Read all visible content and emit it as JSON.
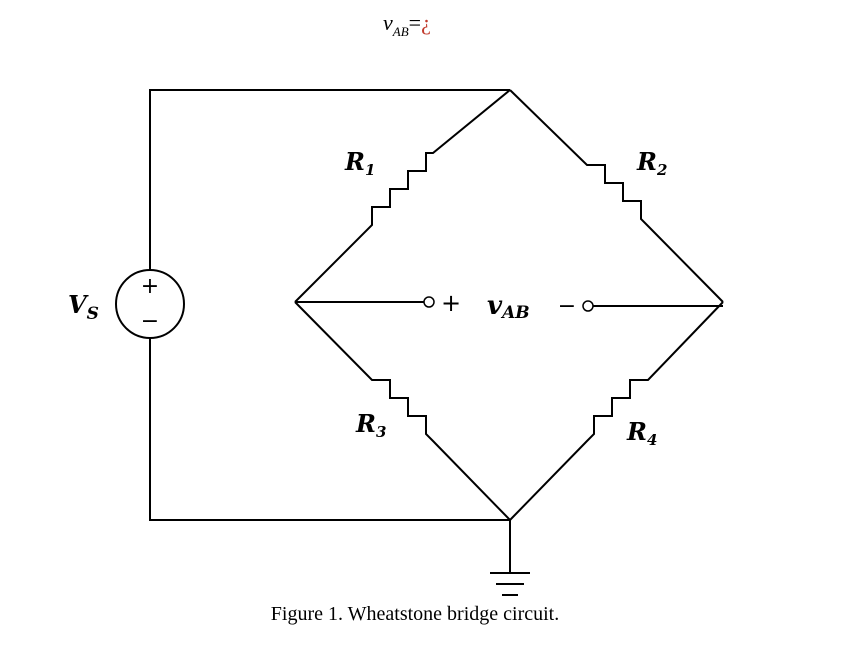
{
  "equation": {
    "v": "v",
    "sub": "AB",
    "eq": "=",
    "broken_char": "¿"
  },
  "labels": {
    "r1": {
      "main": "R",
      "sub": "1"
    },
    "r2": {
      "main": "R",
      "sub": "2"
    },
    "r3": {
      "main": "R",
      "sub": "3"
    },
    "r4": {
      "main": "R",
      "sub": "4"
    },
    "vs": {
      "main": "V",
      "sub": "S"
    },
    "vab": {
      "main": "v",
      "sub": "AB"
    },
    "plus_terminal": "+",
    "minus_terminal": "−",
    "source_plus": "+",
    "source_minus": "−"
  },
  "caption": "Figure 1. Wheatstone bridge circuit.",
  "colors": {
    "broken_char": "#c0392b",
    "ink": "#000000"
  }
}
